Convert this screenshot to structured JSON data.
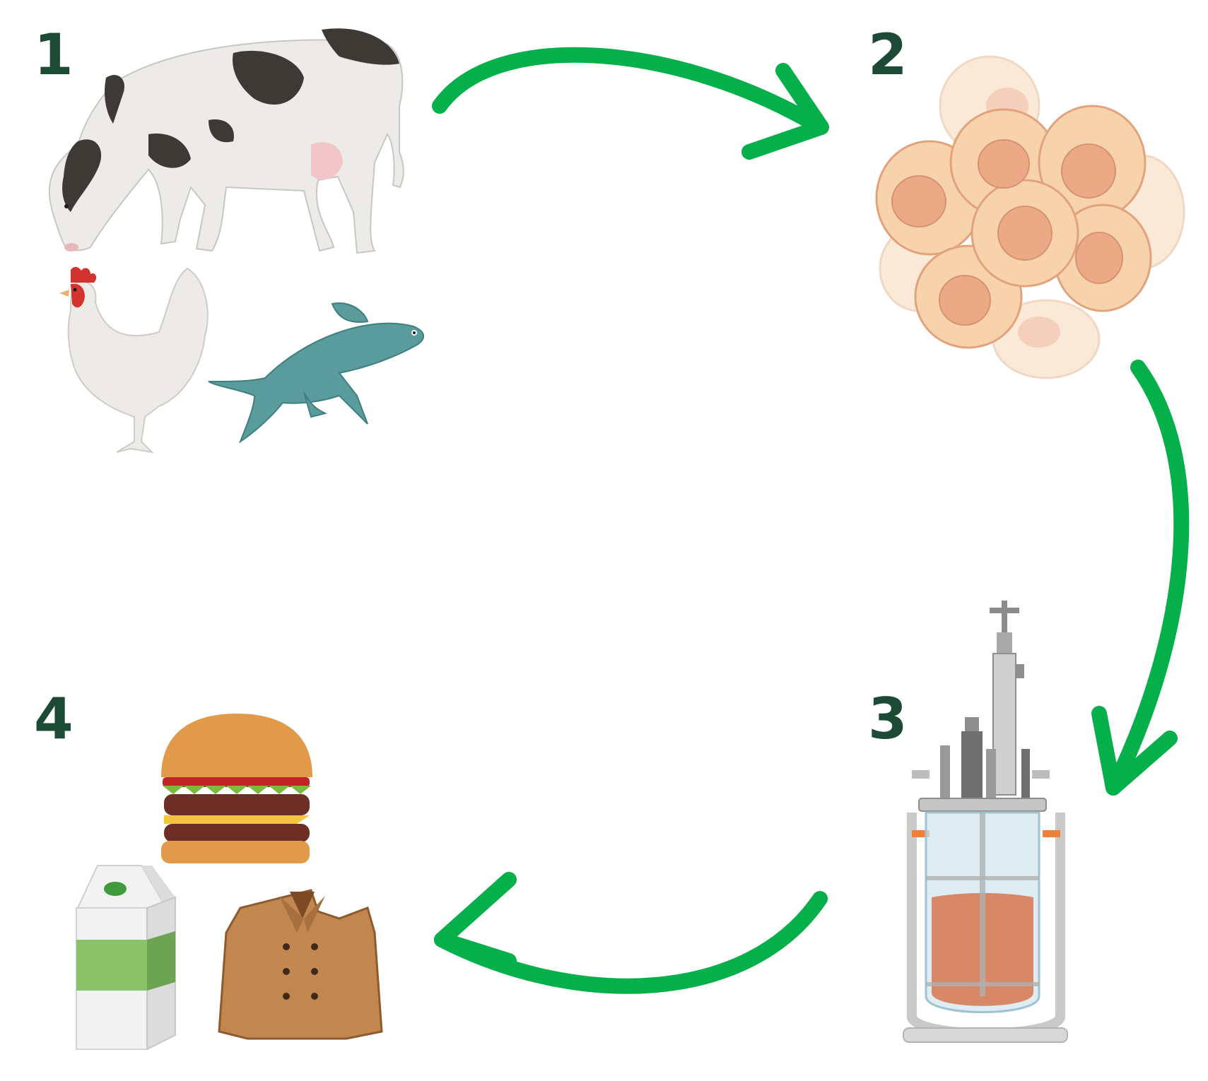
{
  "steps": [
    {
      "number": "1",
      "icon": "livestock-icon"
    },
    {
      "number": "2",
      "icon": "cell-cluster-icon"
    },
    {
      "number": "3",
      "icon": "bioreactor-icon"
    },
    {
      "number": "4",
      "icon": "products-icon"
    }
  ],
  "colors": {
    "arrow": "#05b04a",
    "number": "#1c4a35",
    "cell_fill": "#f7d3ad",
    "cell_nucleus": "#eba986",
    "fish": "#5a9c9c",
    "medium": "#d8764e"
  }
}
